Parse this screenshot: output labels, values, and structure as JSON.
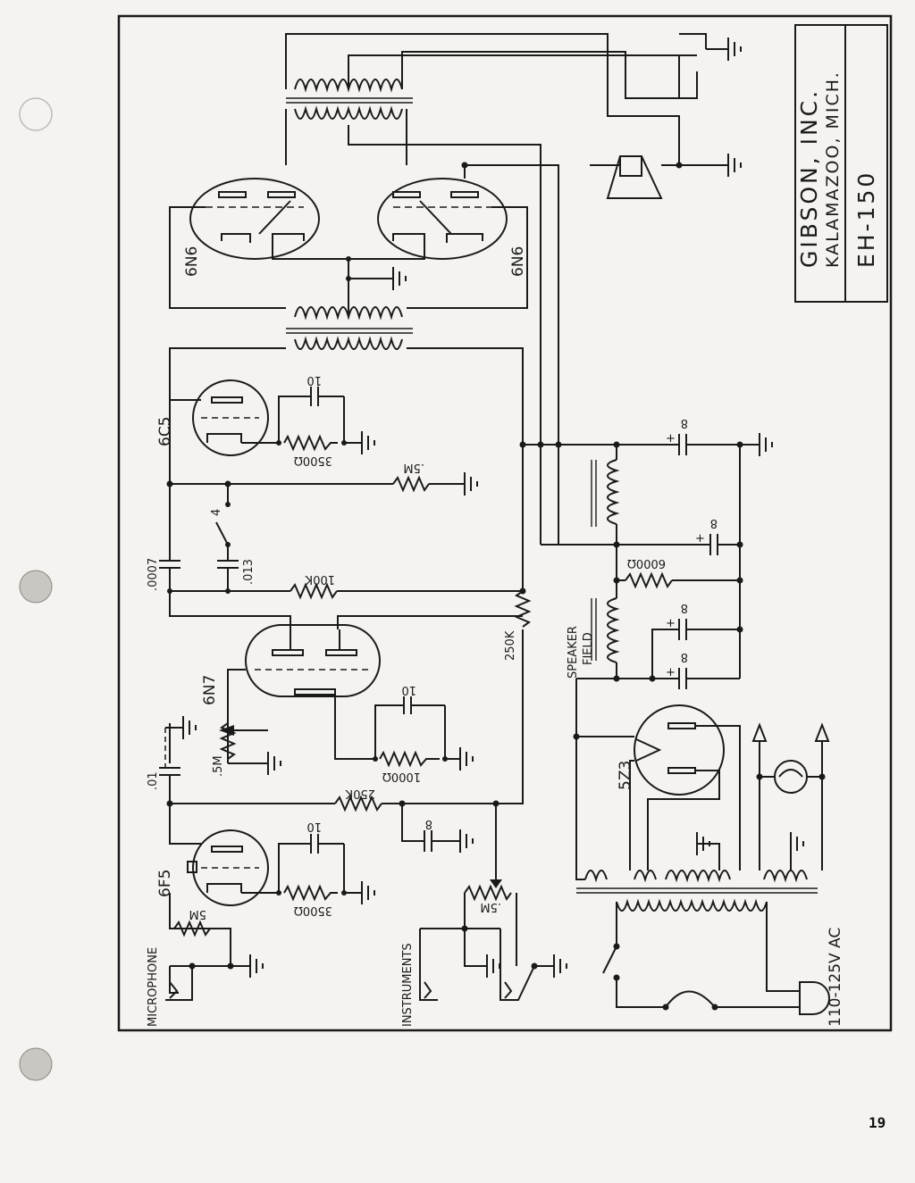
{
  "title_block": {
    "company": "GIBSON, INC.",
    "location": "KALAMAZOO, MICH.",
    "model": "EH-150"
  },
  "page_number": "19",
  "tubes": [
    "6N6",
    "6N6",
    "6C5",
    "6N7",
    "6F5",
    "5Z3"
  ],
  "components": {
    "cap_10_6c5": "10",
    "res_3500_6c5": "3500Ω",
    "res_5m_grid": ".5M",
    "cap_0007": ".0007",
    "cap_013": ".013",
    "res_100k": "100K",
    "res_250k_b": "250K",
    "cap_10_6n7": "10",
    "res_1000": "1000Ω",
    "pot_5m_6n7": ".5M",
    "cap_01": ".01",
    "res_250k_a": "250K",
    "cap_8_6f5": "8",
    "cap_10_6f5": "10",
    "res_3500_6f5": "3500Ω",
    "res_5m_mic": "5M",
    "pot_5m_inst": ".5M",
    "res_6000": "6000Ω",
    "cap_8_a": "8",
    "cap_8_b": "8",
    "cap_8_c": "8",
    "cap_8_d": "8"
  },
  "inputs": {
    "microphone": "MICROPHONE",
    "instruments": "INSTRUMENTS"
  },
  "misc": {
    "speaker_field": "SPEAKER",
    "speaker_field_2": "FIELD",
    "mains": "110-125V AC"
  }
}
